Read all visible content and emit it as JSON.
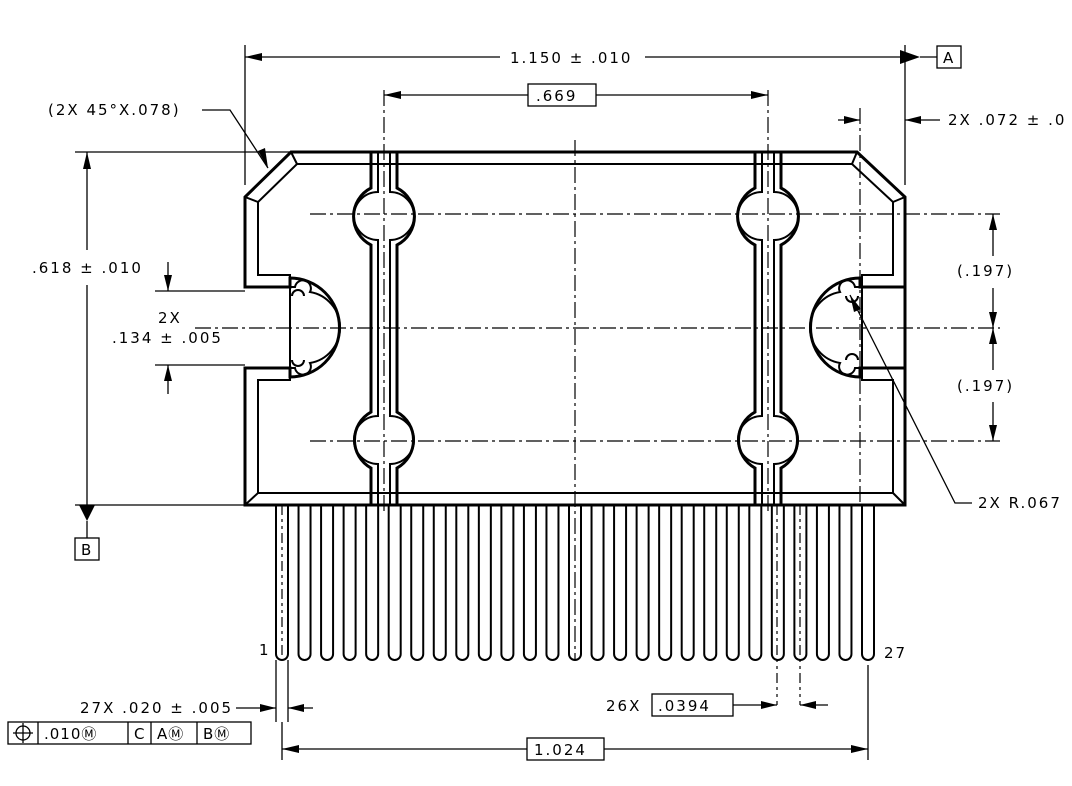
{
  "drawing": {
    "datum_a": "A",
    "datum_b": "B",
    "overall_width": "1.150 ± .010",
    "hole_spacing": ".669",
    "chamfer_note": "(2X 45°X.078)",
    "edge_width": "2X .072 ± .0",
    "height": ".618 ± .010",
    "slot_count": "2X",
    "slot_width": ".134 ± .005",
    "right_upper_ref": "(.197)",
    "right_lower_ref": "(.197)",
    "radius_note": "2X R.067",
    "pin_first": "1",
    "pin_last": "27",
    "lead_width": "27X .020 ± .005",
    "pin_pitch_count": "26X",
    "pin_pitch": ".0394",
    "pin_span": "1.024",
    "fcf": {
      "symbol": "position-icon",
      "tolerance": ".010Ⓜ",
      "datum_c": "C",
      "datum_a": "AⓂ",
      "datum_b": "BⓂ"
    }
  }
}
